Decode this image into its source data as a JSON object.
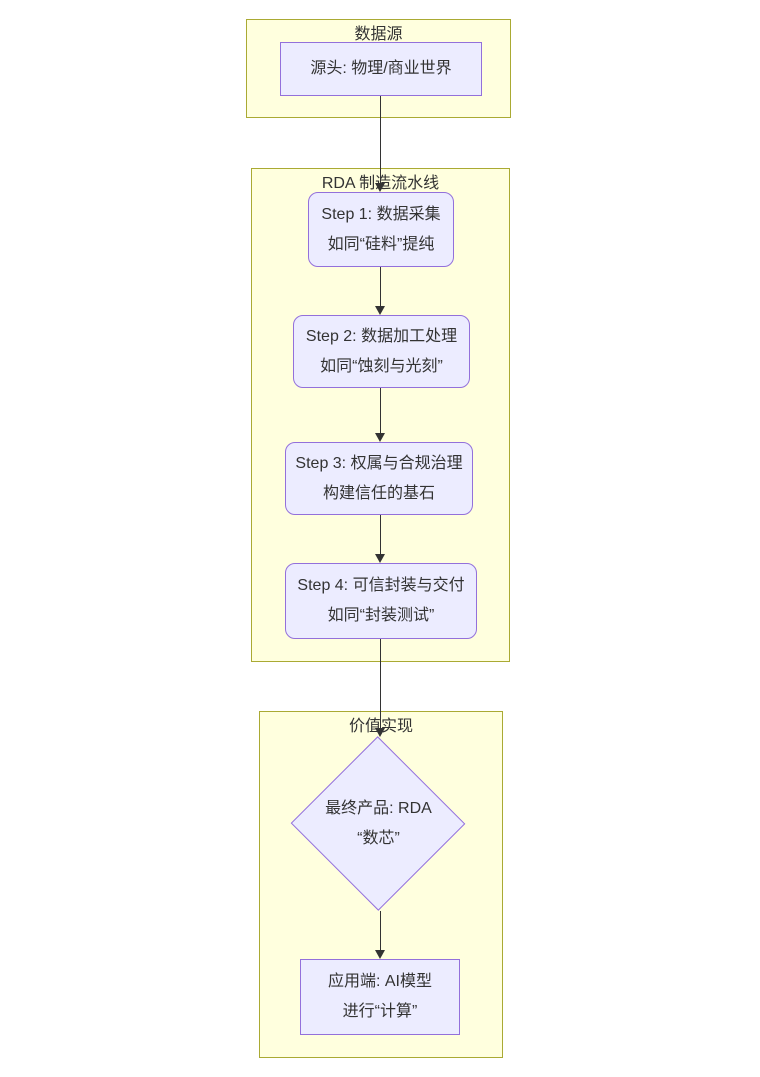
{
  "diagram": {
    "type": "flowchart",
    "direction": "top-down"
  },
  "colors": {
    "canvas_bg": "#ffffff",
    "cluster_fill": "#ffffde",
    "cluster_border": "#aaaa33",
    "node_fill": "#ececff",
    "node_border": "#9370db",
    "edge": "#333333",
    "text": "#333333"
  },
  "clusters": {
    "data_source": {
      "title": "数据源"
    },
    "pipeline": {
      "title": "RDA 制造流水线"
    },
    "value": {
      "title": "价值实现"
    }
  },
  "nodes": {
    "source": {
      "line1": "源头: 物理/商业世界"
    },
    "step1": {
      "line1": "Step 1: 数据采集",
      "line2": "如同“硅料”提纯"
    },
    "step2": {
      "line1": "Step 2: 数据加工处理",
      "line2": "如同“蚀刻与光刻”"
    },
    "step3": {
      "line1": "Step 3: 权属与合规治理",
      "line2": "构建信任的基石"
    },
    "step4": {
      "line1": "Step 4: 可信封装与交付",
      "line2": "如同“封装测试”"
    },
    "product": {
      "line1": "最终产品: RDA",
      "line2": "“数芯”"
    },
    "application": {
      "line1": "应用端: AI模型",
      "line2": "进行“计算”"
    }
  }
}
